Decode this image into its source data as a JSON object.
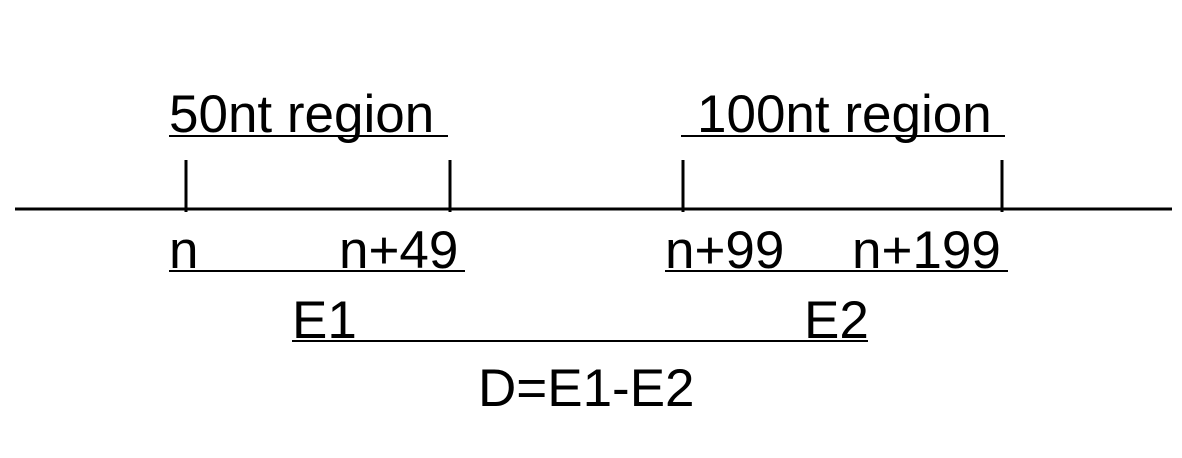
{
  "regions": [
    {
      "label": "50nt region",
      "start_label": "n",
      "end_label": "n+49",
      "energy_label": "E1"
    },
    {
      "label": "100nt region",
      "start_label": "n+99",
      "end_label": "n+199",
      "energy_label": "E2"
    }
  ],
  "formula": "D=E1-E2",
  "colors": {
    "ink": "#000000",
    "background": "#ffffff"
  }
}
